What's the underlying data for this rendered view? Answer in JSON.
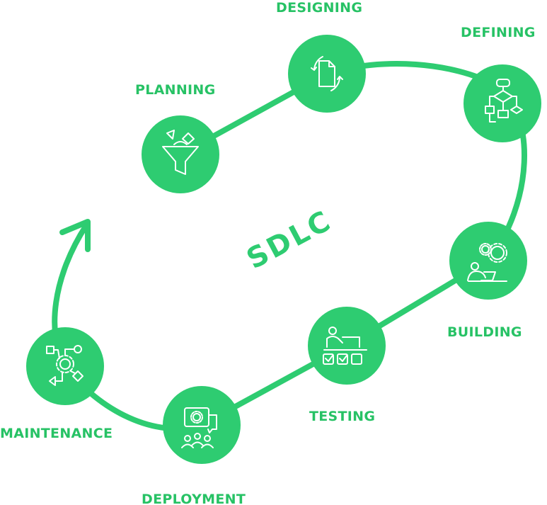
{
  "center_label": "SDLC",
  "colors": {
    "accent": "#2ecc71",
    "label": "#27c265",
    "icon_stroke": "#ffffff"
  },
  "phases": [
    {
      "label": "PLANNING",
      "icon": "funnel-icon"
    },
    {
      "label": "DESIGNING",
      "icon": "document-cycle-icon"
    },
    {
      "label": "DEFINING",
      "icon": "flowchart-icon"
    },
    {
      "label": "BUILDING",
      "icon": "gears-laptop-icon"
    },
    {
      "label": "TESTING",
      "icon": "checklist-presenter-icon"
    },
    {
      "label": "DEPLOYMENT",
      "icon": "team-chat-gear-icon"
    },
    {
      "label": "MAINTENANCE",
      "icon": "gear-network-icon"
    }
  ]
}
